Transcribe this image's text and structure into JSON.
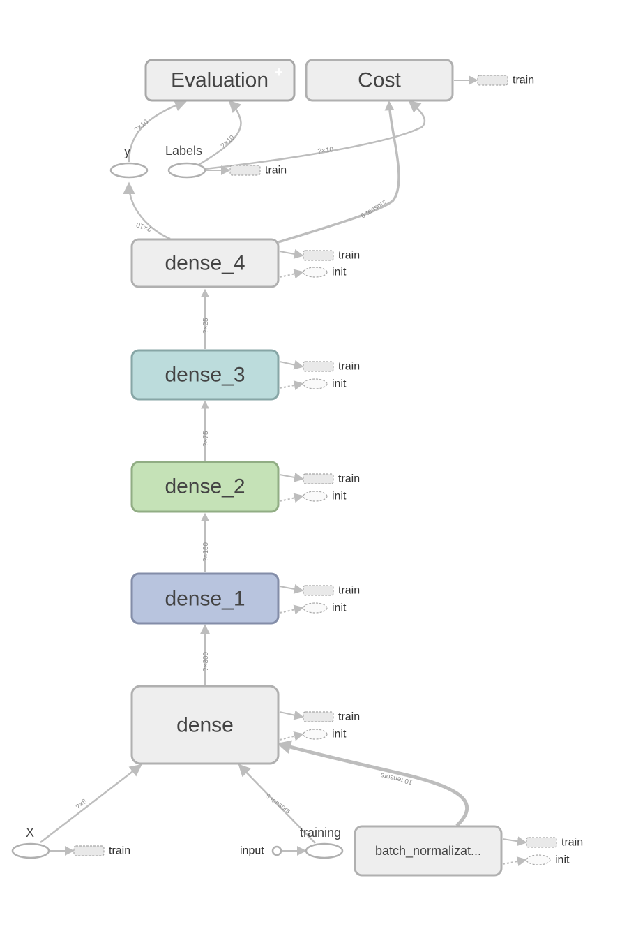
{
  "graph": {
    "nodes": {
      "evaluation": {
        "label": "Evaluation",
        "fill": "#eeeeee",
        "stroke": "#a8a8a8"
      },
      "cost": {
        "label": "Cost",
        "fill": "#eeeeee",
        "stroke": "#b0b0b0"
      },
      "dense_4": {
        "label": "dense_4",
        "fill": "#eeeeee",
        "stroke": "#b0b0b0"
      },
      "dense_3": {
        "label": "dense_3",
        "fill": "#bcdcdc",
        "stroke": "#87a6a6"
      },
      "dense_2": {
        "label": "dense_2",
        "fill": "#c5e2b7",
        "stroke": "#91ad84"
      },
      "dense_1": {
        "label": "dense_1",
        "fill": "#b8c4de",
        "stroke": "#838da8"
      },
      "dense": {
        "label": "dense",
        "fill": "#eeeeee",
        "stroke": "#b0b0b0"
      },
      "batch_norm": {
        "label": "batch_normalizat...",
        "fill": "#eeeeee",
        "stroke": "#b0b0b0"
      }
    },
    "ops": {
      "y": "y",
      "labels": "Labels",
      "x": "X",
      "training": "training",
      "input": "input"
    },
    "aux": {
      "train": "train",
      "init": "init"
    },
    "edge_labels": {
      "y_to_eval": "?×10",
      "labels_to_eval": "?×10",
      "labels_to_cost": "?×10",
      "dense4_to_y": "?×10",
      "dense4_to_cost": "6 tensors",
      "d3_to_d4": "?×25",
      "d2_to_d3": "?×75",
      "d1_to_d2": "?×150",
      "dense_to_d1": "?×300",
      "x_to_dense": "?×8",
      "training_to_dense": "8 tensors",
      "bn_to_dense": "10 tensors"
    },
    "plus_glyph": "+"
  }
}
